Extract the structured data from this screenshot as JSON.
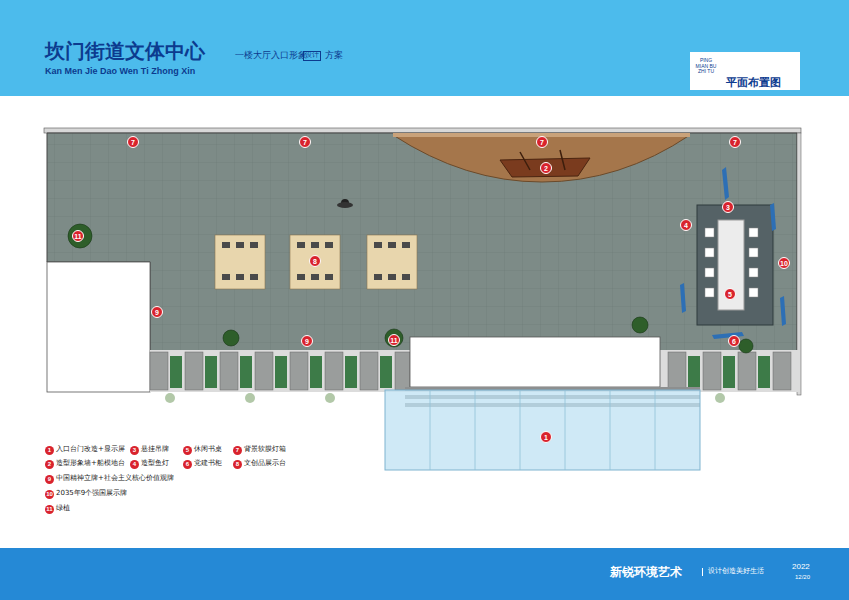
{
  "diagram": {
    "title": "坎门街道文体中心",
    "labels": [
      "Kan Men Jie Dao Wen Ti Zhong Xin",
      "一楼大厅入口形象",
      "设计",
      "方案",
      "PING MIAN BU ZHI TU",
      "平面布置图",
      "7",
      "7",
      "7",
      "7",
      "2",
      "3",
      "4",
      "11",
      "8",
      "10",
      "5",
      "9",
      "9",
      "11",
      "6",
      "1",
      "1",
      "3",
      "5",
      "7",
      "2",
      "4",
      "6",
      "8",
      "9",
      "10",
      "11",
      "新锐环境艺术",
      "设计创造美好生活",
      "2022",
      "12/20"
    ],
    "legend": [
      {
        "text": "入口台门改造+显示屏"
      },
      {
        "text": "悬挂吊牌"
      },
      {
        "text": "休闲书桌"
      },
      {
        "text": "背景软膜灯箱"
      },
      {
        "text": "造型形象墙+船模地台"
      },
      {
        "text": "造型鱼灯"
      },
      {
        "text": "党建书柜"
      },
      {
        "text": "文创品展示台"
      },
      {
        "text": "中国精神立牌+社会主义核心价值观牌"
      },
      {
        "text": "2035年9个强国展示牌"
      },
      {
        "text": "绿植"
      }
    ]
  }
}
